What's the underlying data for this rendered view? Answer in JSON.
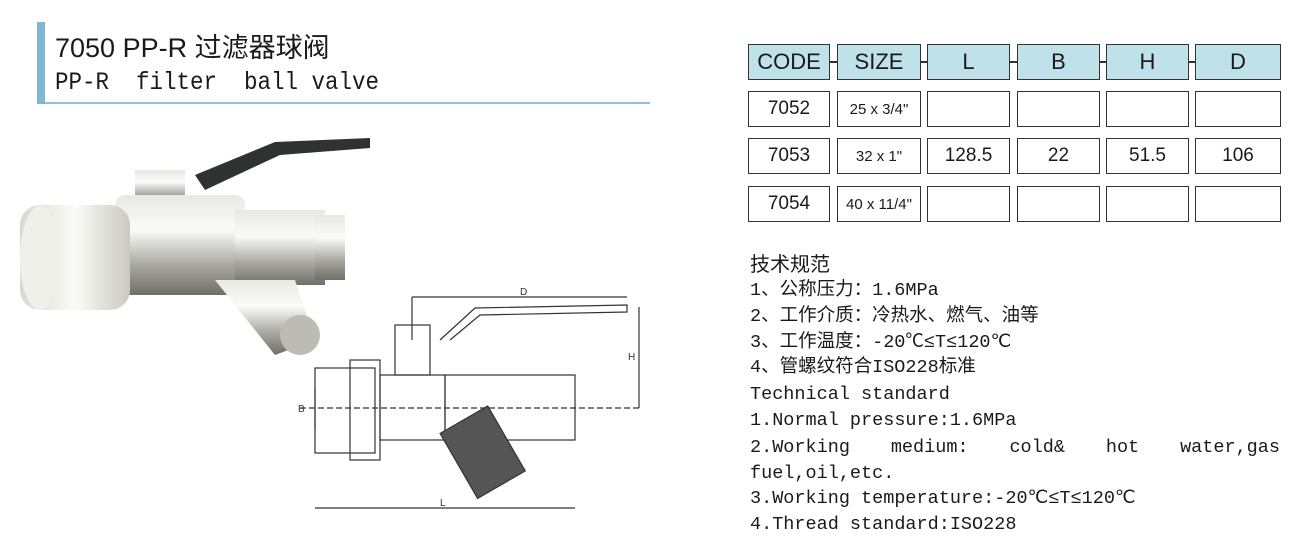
{
  "header": {
    "title": "7050 PP-R 过滤器球阀",
    "subtitle": "PP-R  filter  ball valve"
  },
  "table": {
    "columns": [
      "CODE",
      "SIZE",
      "L",
      "B",
      "H",
      "D"
    ],
    "rows": [
      [
        "7052",
        "25 x 3/4\"",
        "",
        "",
        "",
        ""
      ],
      [
        "7053",
        "32 x 1\"",
        "128.5",
        "22",
        "51.5",
        "106"
      ],
      [
        "7054",
        "40 x 11/4\"",
        "",
        "",
        "",
        ""
      ]
    ]
  },
  "drawing": {
    "labels": {
      "d": "D",
      "h": "H",
      "b": "B",
      "l": "L"
    }
  },
  "spec": {
    "heading": "技术规范",
    "cn": [
      "1、公称压力：1.6MPa",
      "2、工作介质：冷热水、燃气、油等",
      "3、工作温度：-20℃≤T≤120℃",
      "4、管螺纹符合ISO228标准"
    ],
    "en_heading": "Technical standard",
    "en1": "1.Normal pressure:1.6MPa",
    "en2a": "2.Working medium: cold& hot water,gas",
    "en2b": "fuel,oil,etc.",
    "en3": "3.Working temperature:-20℃≤T≤120℃",
    "en4": "4.Thread standard:ISO228"
  }
}
